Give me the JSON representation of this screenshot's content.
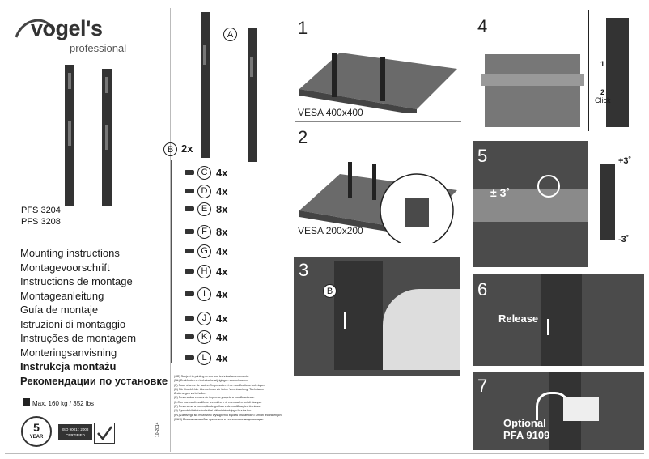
{
  "brand": {
    "name": "vogel's",
    "sub": "professional"
  },
  "models": [
    "PFS 3204",
    "PFS 3208"
  ],
  "manual_titles": [
    "Mounting instructions",
    "Montagevoorschrift",
    "Instructions de montage",
    "Montageanleitung",
    "Guía de montaje",
    "Istruzioni di montaggio",
    "Instruções de montagem",
    "Monteringsanvisning",
    "Instrukcja montażu",
    "Рекомендации по установке"
  ],
  "weight": "Max. 160 kg / 352 lbs",
  "warranty": {
    "years": "5",
    "unit": "YEAR"
  },
  "iso": {
    "line1": "ISO 9001 : 2008",
    "line2": "CERTIFIED"
  },
  "doc_code": "10-2014",
  "parts": {
    "A": {
      "letter": "A"
    },
    "B": {
      "letter": "B",
      "qty": "2x"
    },
    "list": [
      {
        "letter": "C",
        "qty": "4x"
      },
      {
        "letter": "D",
        "qty": "4x"
      },
      {
        "letter": "E",
        "qty": "8x"
      },
      {
        "letter": "F",
        "qty": "8x"
      },
      {
        "letter": "G",
        "qty": "4x"
      },
      {
        "letter": "H",
        "qty": "4x"
      },
      {
        "letter": "I",
        "qty": "4x"
      },
      {
        "letter": "J",
        "qty": "4x"
      },
      {
        "letter": "K",
        "qty": "4x"
      },
      {
        "letter": "L",
        "qty": "4x"
      }
    ]
  },
  "notes": [
    "(GB) Subject to printing errors and technical amendments.",
    "(NL) Drukfouten en technische wijzigingen voorbehouden.",
    "(F) Sous réserve de fautes d'impression et de modifications techniques",
    "(D) Für Druckfehler übernehmen wir keine Verantwortung. Technische",
    "Änderungen vorbehalten.",
    "(E) Reservados errores de imprenta y sujeto a modificaciones.",
    "(I) Con riserva di modifiche techniche e di eventuali errori di stampa.",
    "(P) Reserva-se a correcção de gralhas e de modificações técnicas.",
    "(S) Nyomdahibák és technikai változtatások joga fenntartva.",
    "(PL) Zastrzega się możliwość wystąpienia błędów drukarskich i zmian technicznych.",
    "(RUS) Возможны ошибки при печати и технические модификации."
  ],
  "steps": {
    "s1": {
      "num": "1",
      "vesa": "VESA 400x400"
    },
    "s2": {
      "num": "2",
      "vesa": "VESA 200x200"
    },
    "s3": {
      "num": "3",
      "label": "B"
    },
    "s4": {
      "num": "4",
      "n1": "1",
      "n2": "2",
      "click": "Click"
    },
    "s5": {
      "num": "5",
      "angle": "± 3˚",
      "plus": "+3˚",
      "minus": "-3˚"
    },
    "s6": {
      "num": "6",
      "release": "Release"
    },
    "s7": {
      "num": "7",
      "optional": "Optional",
      "code": "PFA 9109"
    }
  }
}
